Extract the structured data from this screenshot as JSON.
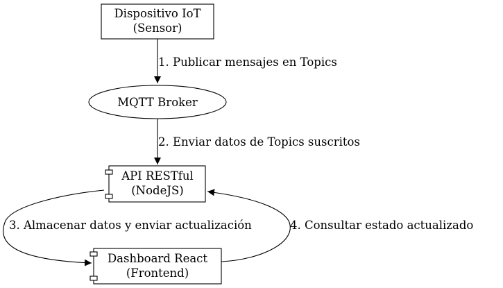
{
  "diagram": {
    "nodes": {
      "iot": {
        "line1": "Dispositivo IoT",
        "line2": "(Sensor)",
        "shape": "box"
      },
      "mqtt": {
        "line1": "MQTT Broker",
        "shape": "ellipse"
      },
      "api": {
        "line1": "API RESTful",
        "line2": "(NodeJS)",
        "shape": "component"
      },
      "dashboard": {
        "line1": "Dashboard React",
        "line2": "(Frontend)",
        "shape": "component"
      }
    },
    "edges": {
      "e1": {
        "from": "iot",
        "to": "mqtt",
        "label": "1. Publicar mensajes en Topics"
      },
      "e2": {
        "from": "mqtt",
        "to": "api",
        "label": "2. Enviar datos de Topics suscritos"
      },
      "e3": {
        "from": "api",
        "to": "dashboard",
        "label": "3. Almacenar datos y enviar actualización"
      },
      "e4": {
        "from": "dashboard",
        "to": "api",
        "label": "4. Consultar estado actualizado"
      }
    }
  }
}
